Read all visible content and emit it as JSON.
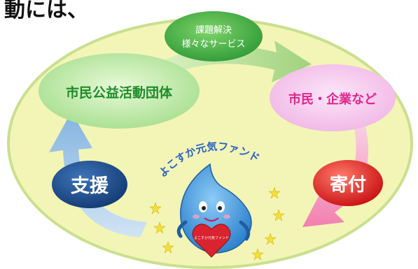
{
  "top_text": "動には、",
  "nodes": {
    "services_line1": "課題解決",
    "services_line2": "様々なサービス",
    "org": "市民公益活動団体",
    "citizens": "市民・企業など",
    "donation": "寄付",
    "support": "支援"
  },
  "mascot": {
    "arc_text": "よこすか元気ファンド",
    "heart_text": "よこすか元気ファンド"
  },
  "colors": {
    "ellipse": "#F3F5B6",
    "ellipse_border": "#BFD98A",
    "org_green": "#B9E9A8",
    "org_text": "#1E8C2A",
    "citizens_pink": "#F6C9EE",
    "citizens_text": "#E0258C",
    "donation_red": "#E32626",
    "support_navy": "#1F4E8C",
    "mascot_blue": "#4AA3E8"
  }
}
